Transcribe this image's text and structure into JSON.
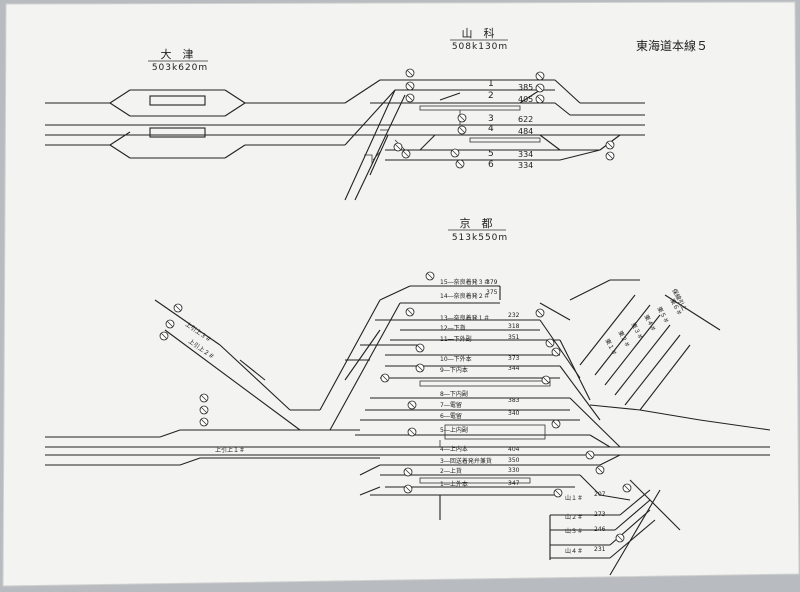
{
  "document": {
    "title": "東海道本線５"
  },
  "stations": {
    "otsu": {
      "name": "大　津",
      "km": "503k620m"
    },
    "yamashina": {
      "name": "山　科",
      "km": "508k130m"
    },
    "kyoto": {
      "name": "京　都",
      "km": "513k550m"
    }
  },
  "yamashina_tracks": [
    {
      "no": "1",
      "len": "385"
    },
    {
      "no": "2",
      "len": "405"
    },
    {
      "no": "3",
      "len": "622"
    },
    {
      "no": "4",
      "len": "484"
    },
    {
      "no": "5",
      "len": "334"
    },
    {
      "no": "6",
      "len": "334"
    }
  ],
  "kyoto_tracks": [
    {
      "label": "15―奈良着発３＃",
      "len": "379"
    },
    {
      "label": "14―奈良着発２＃",
      "len": "375"
    },
    {
      "label": "13―奈良着発１＃",
      "len": "232"
    },
    {
      "label": "12―下貨",
      "len": "318"
    },
    {
      "label": "11―下外副",
      "len": "351"
    },
    {
      "label": "10―下外本",
      "len": "373"
    },
    {
      "label": "9―下内本",
      "len": "344"
    },
    {
      "label": "8―下内副",
      "len": ""
    },
    {
      "label": "7―電留",
      "len": "383"
    },
    {
      "label": "6―電留",
      "len": "340"
    },
    {
      "label": "5―上内副",
      "len": ""
    },
    {
      "label": "4―上内本",
      "len": "404"
    },
    {
      "label": "3―回送着発弁兼貨",
      "len": "350"
    },
    {
      "label": "2―上貨",
      "len": "330"
    },
    {
      "label": "1―上外本",
      "len": "347"
    }
  ],
  "kyoto_left_labels": [
    "上引上３＃",
    "上引上２＃",
    "上引上１＃"
  ],
  "kyoto_right_labels": [
    "山１＃",
    "山２＃",
    "山３＃",
    "山４＃"
  ],
  "kyoto_right_lens": [
    "207",
    "273",
    "246",
    "231"
  ],
  "kyoto_ne_labels": [
    "東１＃",
    "東２＃",
    "東３＃",
    "東４＃",
    "東５＃",
    "東６＃"
  ],
  "kyoto_ne_extra": "保線引上"
}
